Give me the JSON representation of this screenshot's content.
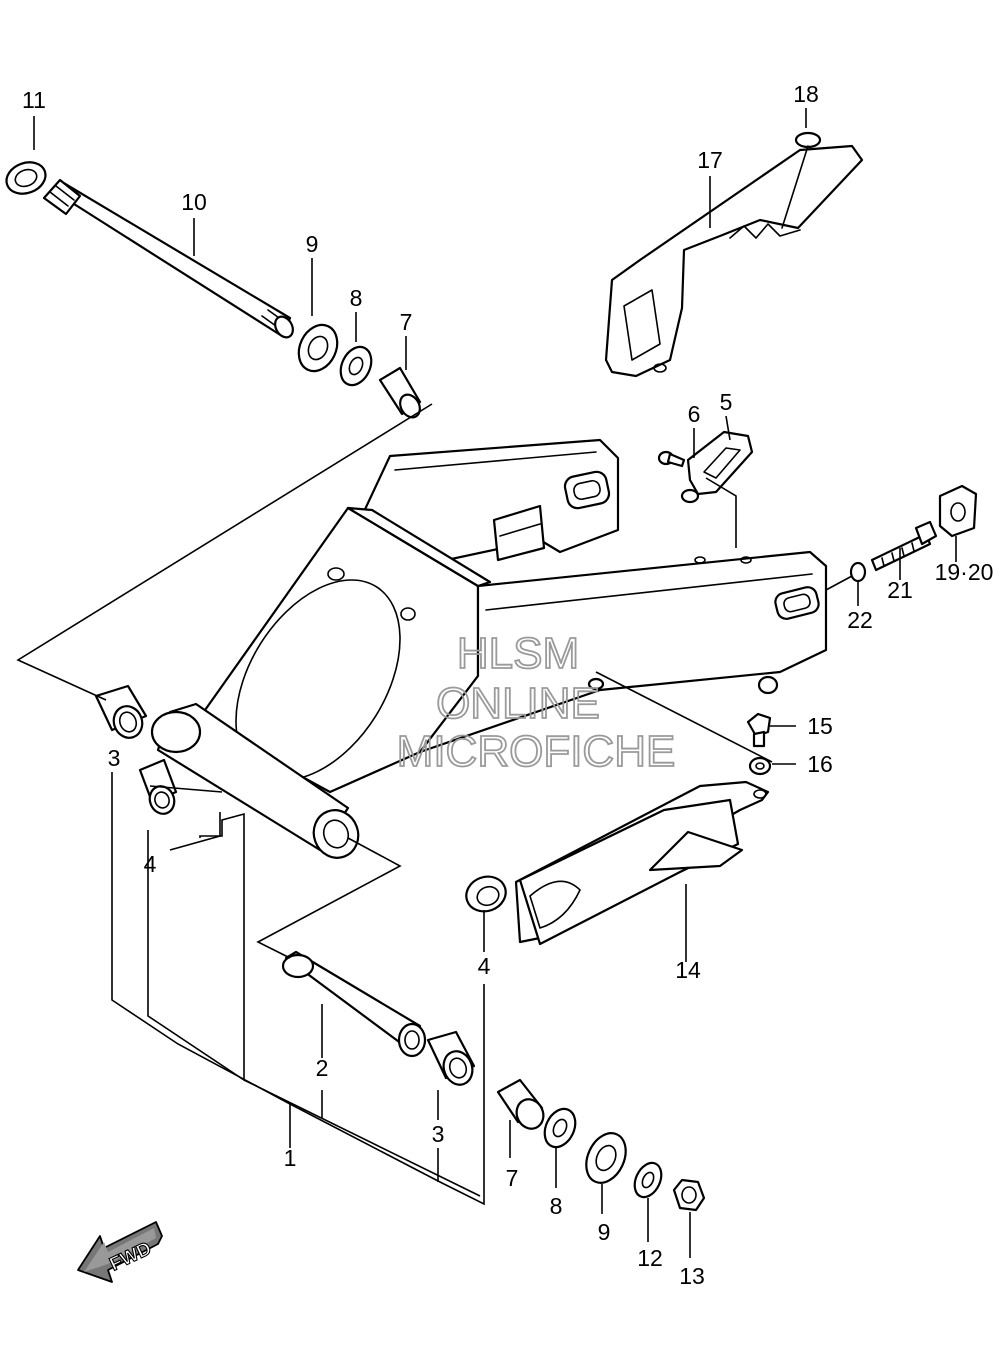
{
  "callouts": {
    "c1": "1",
    "c2": "2",
    "c3a": "3",
    "c3b": "3",
    "c4a": "4",
    "c4b": "4",
    "c5": "5",
    "c6": "6",
    "c7a": "7",
    "c7b": "7",
    "c8a": "8",
    "c8b": "8",
    "c9a": "9",
    "c9b": "9",
    "c10": "10",
    "c11": "11",
    "c12": "12",
    "c13": "13",
    "c14": "14",
    "c15": "15",
    "c16": "16",
    "c17": "17",
    "c18": "18",
    "c19_20": "19·20",
    "c21": "21",
    "c22": "22"
  },
  "watermark": {
    "line1": "HLSM",
    "line2": "ONLINE",
    "line3": "MICROFICHE"
  },
  "direction_badge": "FWD"
}
